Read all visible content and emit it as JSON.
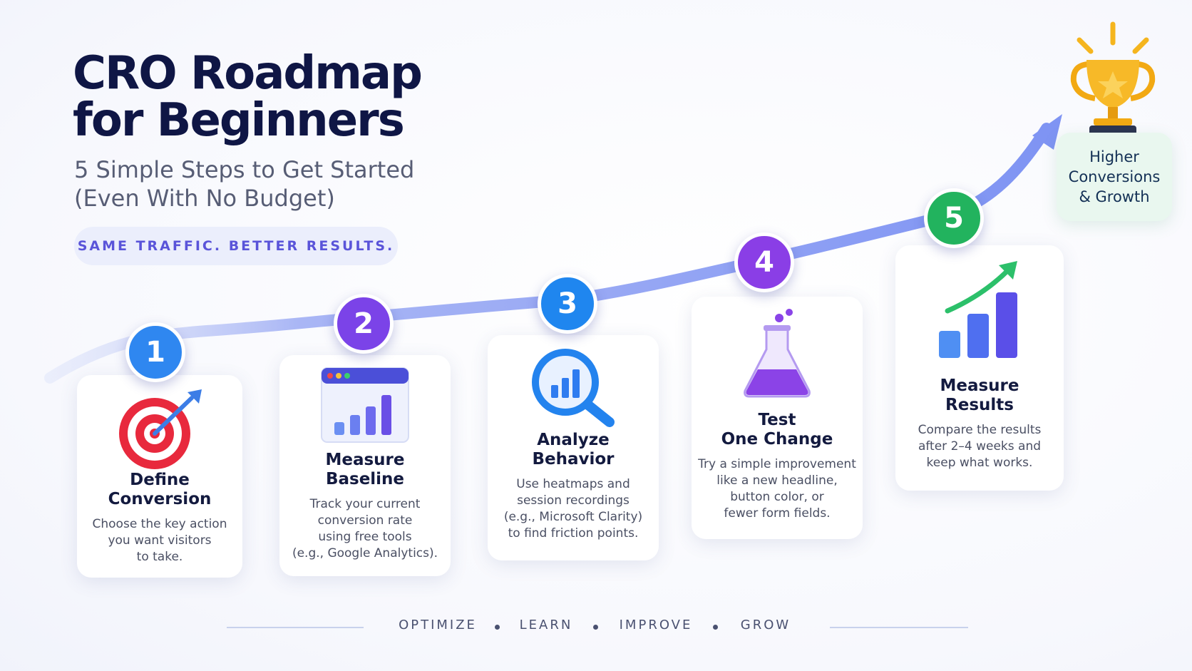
{
  "title": {
    "line1": "CRO Roadmap",
    "line2": "for Beginners"
  },
  "subtitle": {
    "line1": "5 Simple Steps to Get Started",
    "line2": "(Even With No Budget)"
  },
  "tagline": "SAME TRAFFIC. BETTER RESULTS.",
  "steps": [
    {
      "number": "1",
      "title": "Define\nConversion",
      "description": "Choose the key action\nyou want visitors\nto take.",
      "icon": "target-dart-icon",
      "color": "#2f87f0"
    },
    {
      "number": "2",
      "title": "Measure\nBaseline",
      "description": "Track your current\nconversion rate\nusing free tools\n(e.g., Google Analytics).",
      "icon": "analytics-dashboard-icon",
      "color": "#7b43e8"
    },
    {
      "number": "3",
      "title": "Analyze\nBehavior",
      "description": "Use heatmaps and\nsession recordings\n(e.g., Microsoft Clarity)\nto find friction points.",
      "icon": "magnifier-chart-icon",
      "color": "#1f86ef"
    },
    {
      "number": "4",
      "title": "Test\nOne Change",
      "description": "Try a simple improvement\nlike a new headline,\nbutton color, or\nfewer form fields.",
      "icon": "flask-icon",
      "color": "#8a3ee6"
    },
    {
      "number": "5",
      "title": "Measure\nResults",
      "description": "Compare the results\nafter 2–4 weeks and\nkeep what works.",
      "icon": "growth-chart-icon",
      "color": "#22b35e"
    }
  ],
  "goal": {
    "label": "Higher\nConversions\n& Growth",
    "icon": "trophy-icon"
  },
  "footer": {
    "words": [
      "OPTIMIZE",
      "LEARN",
      "IMPROVE",
      "GROW"
    ]
  },
  "colors": {
    "title": "#0f1645",
    "accent": "#5a54d9",
    "curve": "#8aa0f5",
    "goal_bg": "#e9f7ef"
  }
}
